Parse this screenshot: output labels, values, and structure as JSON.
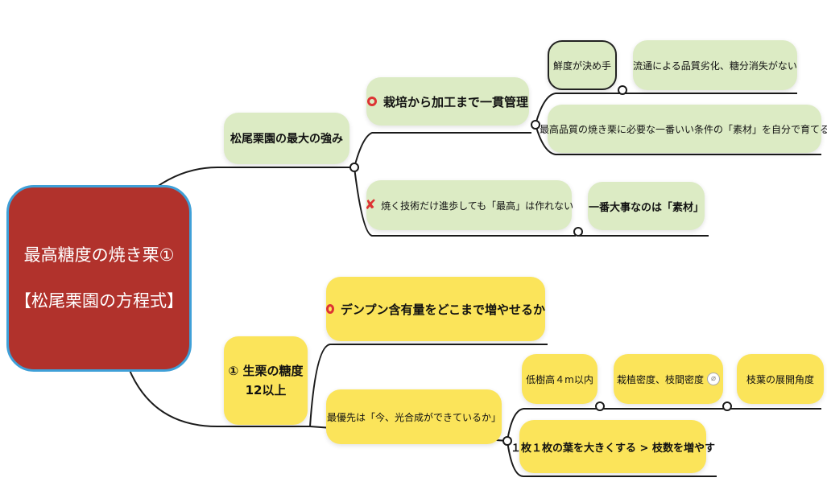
{
  "root": {
    "line1": "最高糖度の焼き栗①",
    "line2": "【松尾栗園の方程式】"
  },
  "branch1": {
    "title": "松尾栗園の最大の強み",
    "good": {
      "label": "栽培から加工まで一貫管理",
      "sub1": "鮮度が決め手",
      "sub1_detail": "流通による品質劣化、糖分消失がない",
      "sub2": "最高品質の焼き栗に必要な一番いい条件の「素材」を自分で育てる"
    },
    "bad": {
      "label": "焼く技術だけ進歩しても「最高」は作れない",
      "result": "一番大事なのは「素材」"
    }
  },
  "branch2": {
    "title_line1": "① 生栗の糖度",
    "title_line2": "12以上",
    "starch": "デンプン含有量をどこまで増やせるか",
    "priority": "最優先は「今、光合成ができているか」",
    "tree_height": "低樹高４m以内",
    "density": "栽植密度、枝間密度",
    "leaf_angle": "枝葉の展開角度",
    "leaves": "１枚１枚の葉を大きくする > 枝数を増やす"
  },
  "colors": {
    "green_node": "#dcebc4",
    "yellow_node": "#fbe45a",
    "root": "#b1322c",
    "root_border": "#3fa0d8",
    "mark": "#dd3333"
  }
}
